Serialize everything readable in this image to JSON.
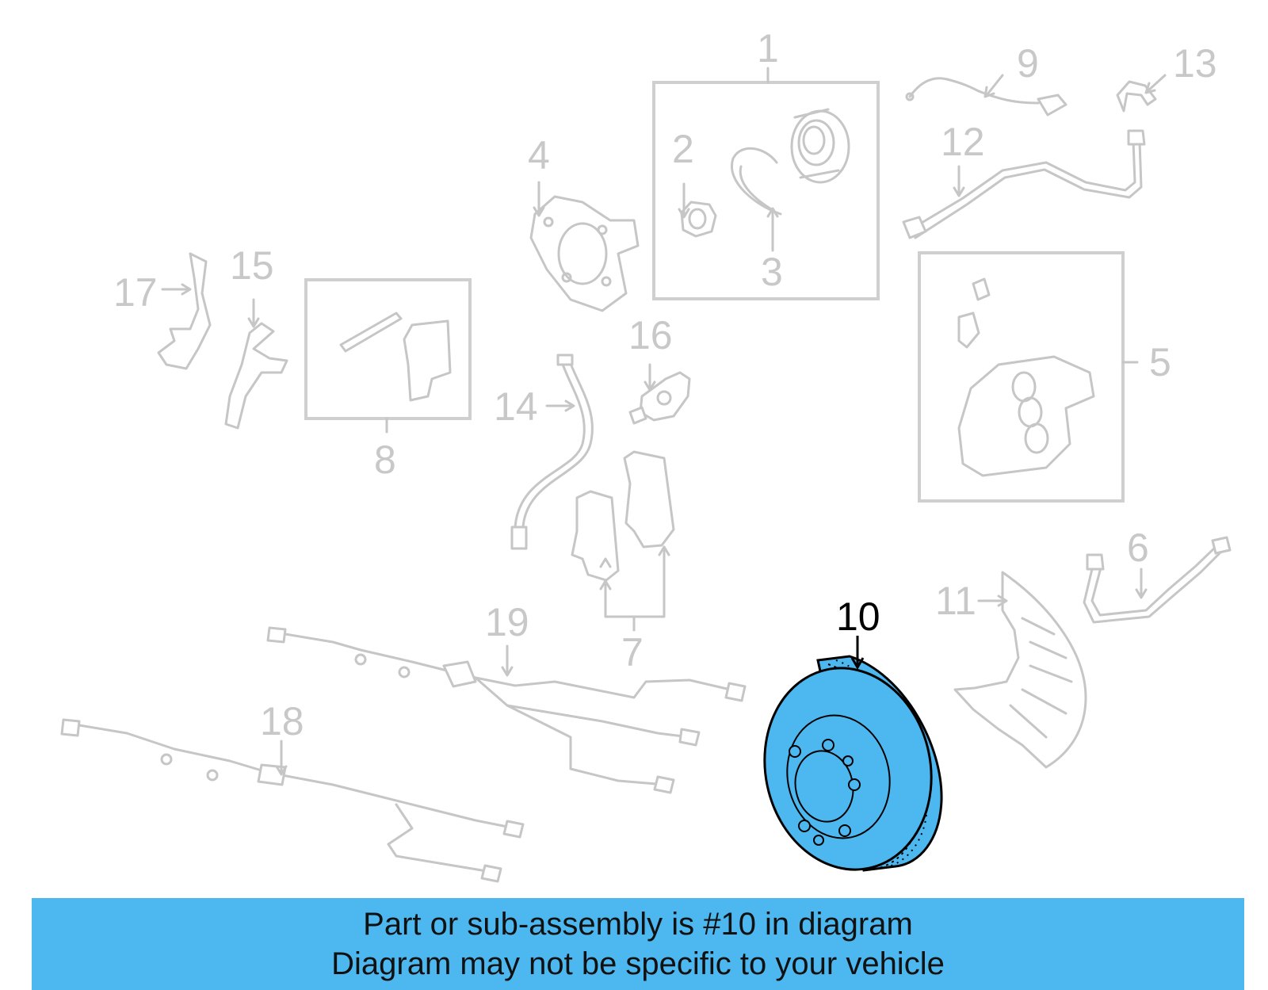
{
  "callouts": {
    "c1": "1",
    "c2": "2",
    "c3": "3",
    "c4": "4",
    "c5": "5",
    "c6": "6",
    "c7": "7",
    "c8": "8",
    "c9": "9",
    "c10": "10",
    "c11": "11",
    "c12": "12",
    "c13": "13",
    "c14": "14",
    "c15": "15",
    "c16": "16",
    "c17": "17",
    "c18": "18",
    "c19": "19"
  },
  "highlight": {
    "part": "10",
    "color": "#4db8f0"
  },
  "banner": {
    "line1": "Part or sub-assembly is #10 in diagram",
    "line2": "Diagram may not be specific to your vehicle",
    "color": "#4db8f0"
  },
  "icons": [
    "gray-arrow",
    "black-arrow"
  ]
}
